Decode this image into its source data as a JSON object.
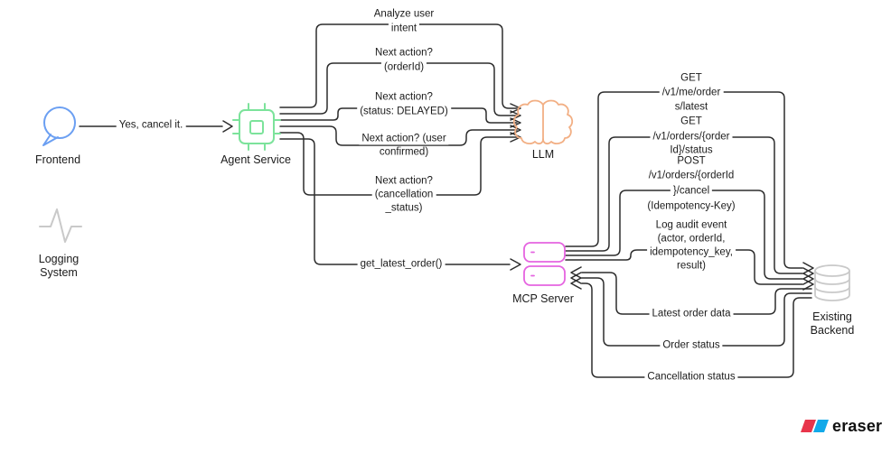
{
  "diagram": {
    "nodes": {
      "frontend": {
        "label": "Frontend",
        "icon": "chat-bubble-icon",
        "color": "#6B9FF2"
      },
      "logging_system": {
        "label_line1": "Logging",
        "label_line2": "System",
        "icon": "pulse-icon",
        "color": "#C9C9C9"
      },
      "agent_service": {
        "label": "Agent Service",
        "icon": "cpu-icon",
        "color": "#7CE39B"
      },
      "llm": {
        "label": "LLM",
        "icon": "brain-icon",
        "color": "#F2AF84"
      },
      "mcp_server": {
        "label": "MCP Server",
        "icon": "server-icon",
        "color": "#E564E0"
      },
      "existing_backend": {
        "label_line1": "Existing",
        "label_line2": "Backend",
        "icon": "database-icon",
        "color": "#C9C9C9"
      }
    },
    "edges": {
      "frontend_to_agent": {
        "label": "Yes, cancel it."
      },
      "agent_to_llm": [
        {
          "lines": [
            "Analyze user",
            "intent"
          ]
        },
        {
          "lines": [
            "Next action?",
            "(orderId)"
          ]
        },
        {
          "lines": [
            "Next action?",
            "(status: DELAYED)"
          ]
        },
        {
          "lines": [
            "Next action? (user",
            "confirmed)"
          ]
        },
        {
          "lines": [
            "Next action?",
            "(cancellation",
            "_status)"
          ]
        }
      ],
      "agent_to_mcp": {
        "label": "get_latest_order()"
      },
      "mcp_to_backend": [
        {
          "lines": [
            "GET",
            "/v1/me/order",
            "s/latest"
          ]
        },
        {
          "lines": [
            "GET",
            "/v1/orders/{order",
            "Id}/status"
          ]
        },
        {
          "lines": [
            "POST",
            "/v1/orders/{orderId",
            "}/cancel",
            "(Idempotency-Key)"
          ]
        },
        {
          "lines": [
            "Log audit event",
            "(actor, orderId,",
            "idempotency_key,",
            "result)"
          ]
        }
      ],
      "backend_to_mcp": [
        {
          "label": "Latest order data"
        },
        {
          "label": "Order status"
        },
        {
          "label": "Cancellation status"
        }
      ]
    },
    "watermark": {
      "brand": "eraser"
    }
  }
}
